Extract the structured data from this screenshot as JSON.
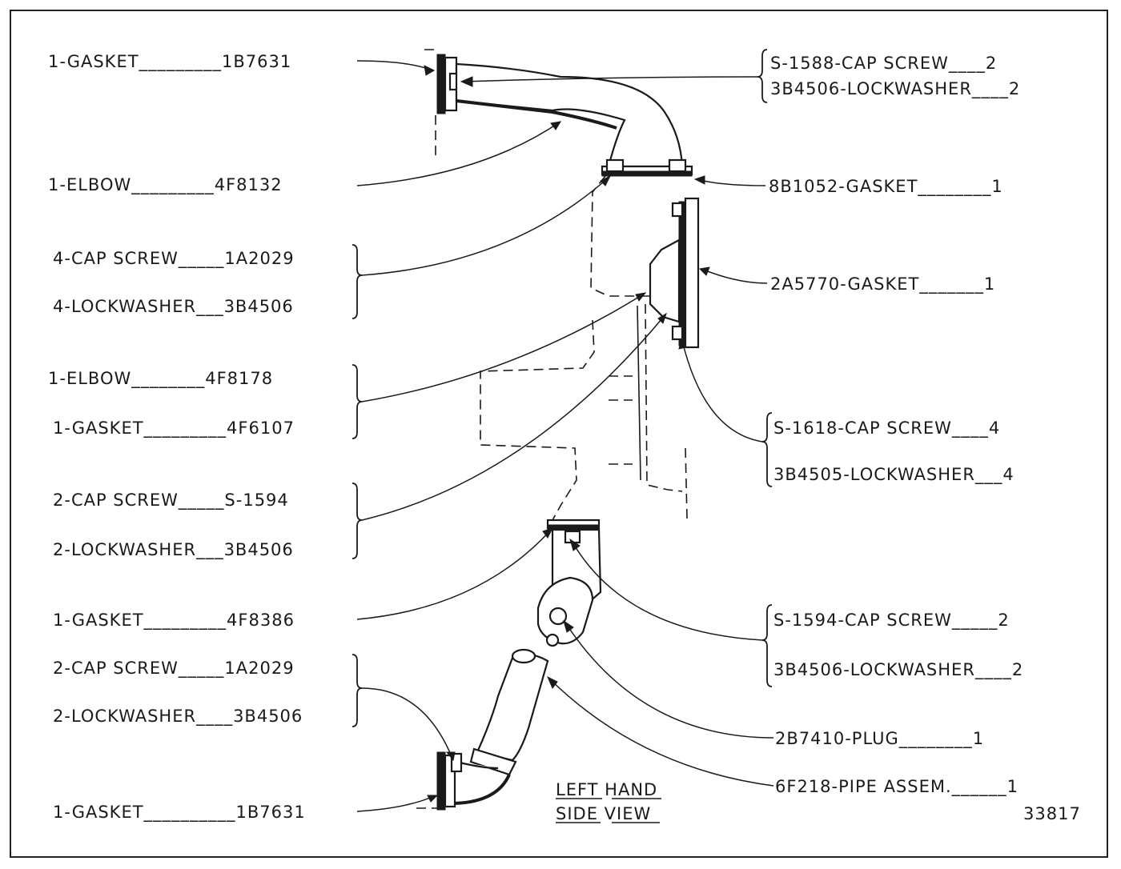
{
  "left_labels": [
    {
      "name": "label-gasket-1b7631-top",
      "text": "1-GASKET_________1B7631"
    },
    {
      "name": "label-elbow-4f8132",
      "text": "1-ELBOW_________4F8132"
    },
    {
      "name": "label-capscrew-1a2029-a",
      "text": "4-CAP SCREW_____1A2029"
    },
    {
      "name": "label-lockwasher-3b4506-a",
      "text": "4-LOCKWASHER___3B4506"
    },
    {
      "name": "label-elbow-4f8178",
      "text": "1-ELBOW________4F8178"
    },
    {
      "name": "label-gasket-4f6107",
      "text": "1-GASKET_________4F6107"
    },
    {
      "name": "label-capscrew-s1594-a",
      "text": "2-CAP SCREW_____S-1594"
    },
    {
      "name": "label-lockwasher-3b4506-b",
      "text": "2-LOCKWASHER___3B4506"
    },
    {
      "name": "label-gasket-4f8386",
      "text": "1-GASKET_________4F8386"
    },
    {
      "name": "label-capscrew-1a2029-b",
      "text": "2-CAP SCREW_____1A2029"
    },
    {
      "name": "label-lockwasher-3b4506-c",
      "text": "2-LOCKWASHER____3B4506"
    },
    {
      "name": "label-gasket-1b7631-bottom",
      "text": "1-GASKET__________1B7631"
    }
  ],
  "right_labels": [
    {
      "name": "label-capscrew-s1588",
      "text": "S-1588-CAP SCREW____2"
    },
    {
      "name": "label-lockwasher-3b4506-d",
      "text": "3B4506-LOCKWASHER____2"
    },
    {
      "name": "label-gasket-8b1052",
      "text": "8B1052-GASKET________1"
    },
    {
      "name": "label-gasket-2a5770",
      "text": "2A5770-GASKET_______1"
    },
    {
      "name": "label-capscrew-s1618",
      "text": "S-1618-CAP SCREW____4"
    },
    {
      "name": "label-lockwasher-3b4505",
      "text": "3B4505-LOCKWASHER___4"
    },
    {
      "name": "label-capscrew-s1594-b",
      "text": "S-1594-CAP SCREW_____2"
    },
    {
      "name": "label-lockwasher-3b4506-e",
      "text": "3B4506-LOCKWASHER____2"
    },
    {
      "name": "label-plug-2b7410",
      "text": "2B7410-PLUG________1"
    },
    {
      "name": "label-pipe-assem-6f218",
      "text": "6F218-PIPE ASSEM.______1"
    }
  ],
  "view_title": {
    "line1": "LEFT HAND",
    "line2": "SIDE VIEW"
  },
  "drawing_number": "33817"
}
